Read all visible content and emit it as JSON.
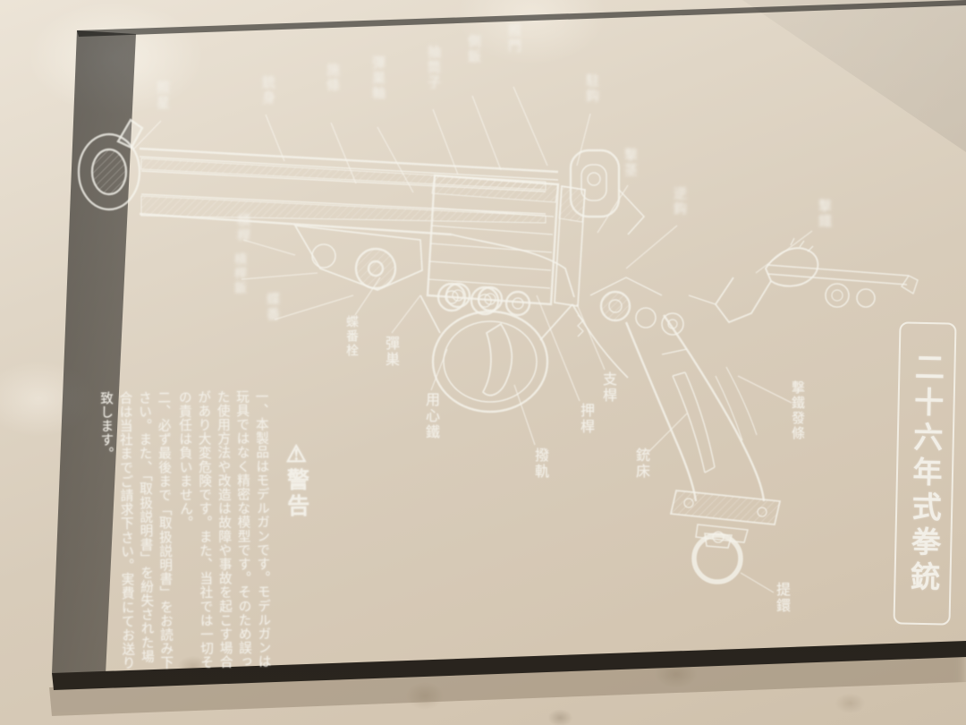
{
  "box": {
    "title": "二十六年式拳銃",
    "warning": {
      "icon": "⚠",
      "heading": "警告",
      "paragraphs": [
        "一、本製品はモデルガンです。モデルガンは玩具ではなく精密な模型です。そのため誤った使用方法や改造は故障や事故を起こす場合があり大変危険です。また、当社では一切その責任は負いません。",
        "二、必ず最後まで「取扱説明書」をお読み下さい。また、「取扱説明書」を紛失された場合は当社までご請求下さい。実費にてお送り致します。"
      ]
    },
    "labels": [
      {
        "text": "照星"
      },
      {
        "text": "銃身"
      },
      {
        "text": "施條"
      },
      {
        "text": "彈巣軸"
      },
      {
        "text": "抽筒子"
      },
      {
        "text": "側鈑"
      },
      {
        "text": "照門"
      },
      {
        "text": "駐鈎"
      },
      {
        "text": "撃茎"
      },
      {
        "text": "逆鈎"
      },
      {
        "text": "撃鐵"
      },
      {
        "text": "槓桿"
      },
      {
        "text": "槓桿鈑"
      },
      {
        "text": "蝶番"
      },
      {
        "text": "蝶番栓"
      },
      {
        "text": "彈巣"
      },
      {
        "text": "用心鐵"
      },
      {
        "text": "撥軌"
      },
      {
        "text": "押桿"
      },
      {
        "text": "支桿"
      },
      {
        "text": "銃床"
      },
      {
        "text": "撃鐵發條"
      },
      {
        "text": "提鐶"
      }
    ]
  },
  "colors": {
    "carpet": "#d9cfc0",
    "box-dark": "#1d1b18",
    "box-light": "#8e8779",
    "ink": "#f2efe7"
  }
}
